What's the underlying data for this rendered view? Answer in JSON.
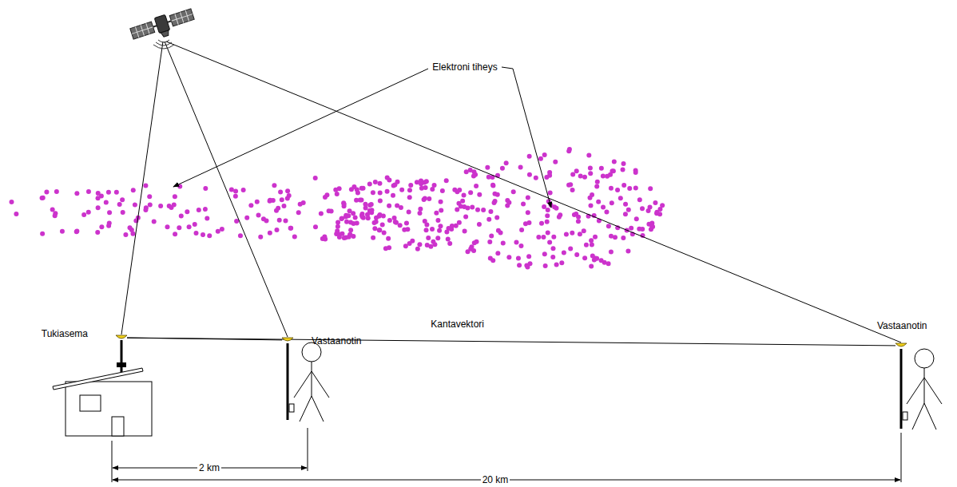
{
  "diagram": {
    "nodes": [
      {
        "text": [
          "Tukiasema"
        ]
      },
      {
        "text": [
          "Vastaanotin"
        ]
      },
      {
        "text": [
          "Vastaanotin"
        ]
      }
    ],
    "edges": [
      {
        "from": 0,
        "to": 2,
        "label": "Kantavektori",
        "arrow": "none"
      },
      {
        "from": 0,
        "to": 1,
        "arrow": "none"
      }
    ],
    "labels": [
      "Elektroni tiheys",
      "2 km",
      "20 km"
    ]
  }
}
